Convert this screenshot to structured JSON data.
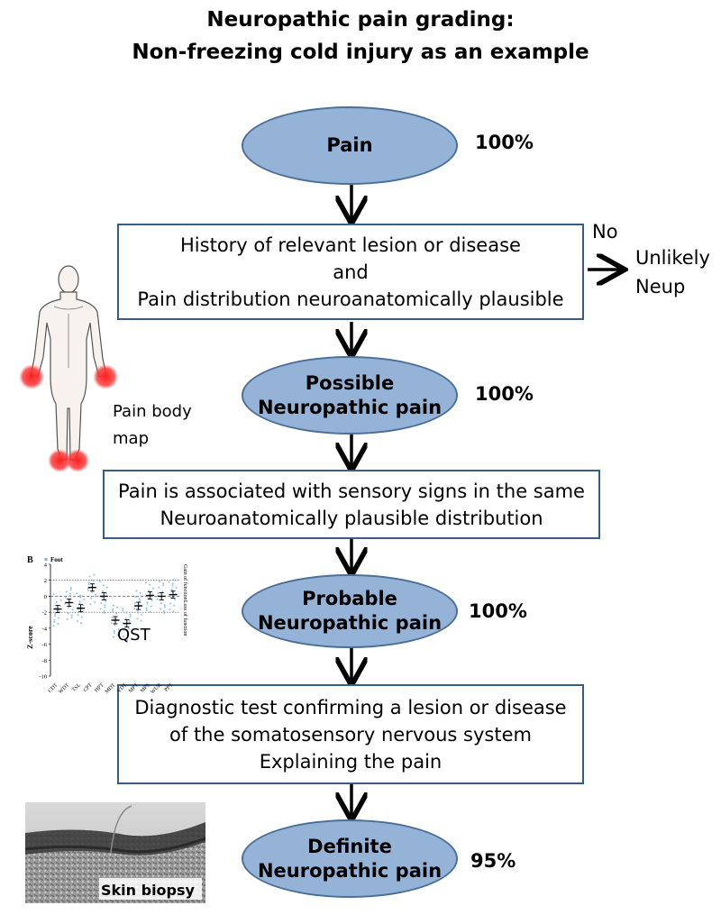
{
  "title": {
    "line1": "Neuropathic pain grading:",
    "line2": "Non-freezing cold injury as an example"
  },
  "nodes": {
    "pain": {
      "label": "Pain",
      "percent": "100%"
    },
    "possible": {
      "line1": "Possible",
      "line2": "Neuropathic pain",
      "percent": "100%"
    },
    "probable": {
      "line1": "Probable",
      "line2": "Neuropathic pain",
      "percent": "100%"
    },
    "definite": {
      "line1": "Definite",
      "line2": "Neuropathic pain",
      "percent": "95%"
    }
  },
  "boxes": {
    "history": {
      "line1": "History of relevant lesion or disease",
      "line2": "and",
      "line3": "Pain distribution neuroanatomically plausible"
    },
    "sensory": {
      "line1": "Pain is associated with sensory signs  in the same",
      "line2": "Neuroanatomically plausible distribution"
    },
    "diagnostic": {
      "line1": "Diagnostic test confirming a lesion or disease",
      "line2": "of the somatosensory nervous system",
      "line3": "Explaining the pain"
    }
  },
  "branch": {
    "no_label": "No",
    "outcome_line1": "Unlikely",
    "outcome_line2": "Neup"
  },
  "images": {
    "body_map_caption_line1": "Pain body",
    "body_map_caption_line2": "map",
    "qst": {
      "panel_letter": "B",
      "legend": "Foot",
      "y_axis_label": "Z-score",
      "y_ticks": [
        "4",
        "2",
        "0",
        "-2",
        "-4",
        "-6",
        "-8",
        "-10"
      ],
      "gain_label": "Gain of function",
      "loss_label": "Loss of function",
      "caption": "QST",
      "x_ticks": [
        "CDT",
        "WDT",
        "TSL",
        "CPT",
        "HPT",
        "MDT",
        "VDT",
        "MPT",
        "MPS",
        "WUR",
        "PPT"
      ],
      "means": [
        -1.6,
        -0.8,
        -1.5,
        1.1,
        0.0,
        -3.0,
        -3.4,
        -1.2,
        0.1,
        0.0,
        0.2
      ],
      "ylim": [
        -10,
        4
      ]
    },
    "skin_biopsy_caption": "Skin biopsy"
  },
  "colors": {
    "ellipse_fill": "#95b3d7",
    "ellipse_border": "#4a6f9a",
    "box_border": "#355c8c",
    "pain_red": "#ff2020",
    "qst_points": "#7ab8e8"
  }
}
